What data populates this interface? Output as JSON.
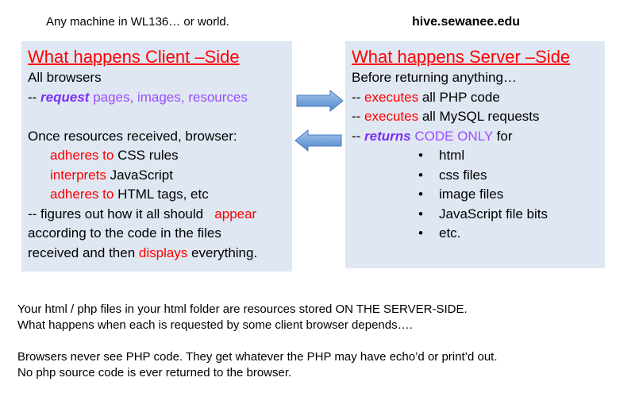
{
  "header": {
    "left": "Any machine in WL136… or world.",
    "right": "hive.sewanee.edu"
  },
  "client": {
    "title": "What happens Client –Side",
    "line1": "All browsers",
    "req_prefix": "-- ",
    "req_verb": "request",
    "req_rest": " pages, images, resources",
    "once": "Once resources received, browser:",
    "items": [
      {
        "verb": "adheres to",
        "rest": " CSS rules"
      },
      {
        "verb": "interprets",
        "rest": " JavaScript"
      },
      {
        "verb": "adheres to",
        "rest": " HTML tags, etc"
      }
    ],
    "fig_a": "-- figures out how it all should   ",
    "fig_b": "appear",
    "fig_c": "according to the code in the files",
    "fig_d": "received and then ",
    "fig_e": "displays",
    "fig_f": " everything."
  },
  "server": {
    "title": "What happens Server –Side",
    "line1": "Before returning anything…",
    "ex1_verb": "executes",
    "ex1_rest": " all PHP code",
    "ex2_verb": "executes",
    "ex2_rest": " all MySQL requests",
    "ret_verb": "returns",
    "ret_code": " CODE ONLY",
    "ret_rest": " for",
    "dash": "-- ",
    "bullets": [
      "html",
      "css files",
      "image files",
      "JavaScript file bits",
      "etc."
    ]
  },
  "colors": {
    "box": "#dfe7f2",
    "red": "#ff0000",
    "purple": "#9b4dff",
    "arrow": "#5b8fd0"
  },
  "footer": {
    "p1": "Your html / php files in your html folder are resources stored ON THE SERVER-SIDE.",
    "p2": "What happens when each is requested by some client browser depends….",
    "p3": "Browsers never see PHP code.  They get whatever the PHP may have echo’d or print’d out.",
    "p4": "No php source code is ever returned to the browser."
  }
}
